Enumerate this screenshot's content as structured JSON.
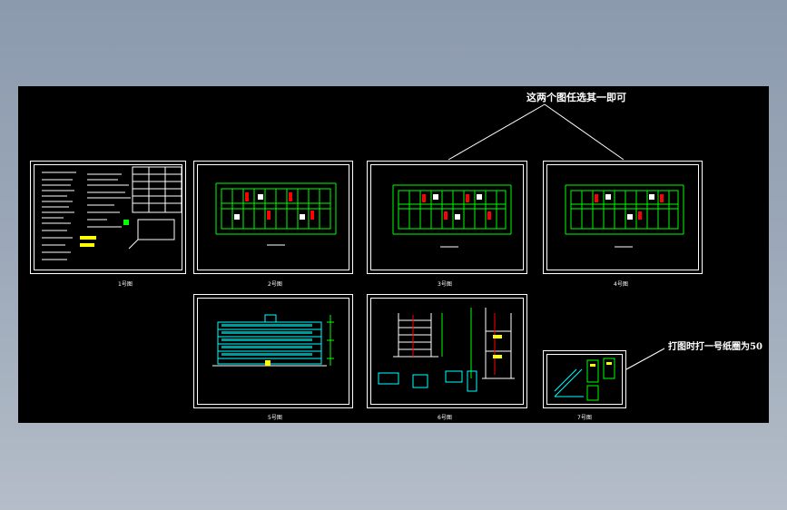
{
  "annotations": {
    "top_note": "这两个图任选其一即可",
    "side_note": "打图时打一号纸圈为50"
  },
  "sheets": [
    {
      "id": "s1",
      "label": "1号图"
    },
    {
      "id": "s2",
      "label": "2号图"
    },
    {
      "id": "s3",
      "label": "3号图"
    },
    {
      "id": "s4",
      "label": "4号图"
    },
    {
      "id": "s5",
      "label": "5号图"
    },
    {
      "id": "s6",
      "label": "6号图"
    },
    {
      "id": "s7",
      "label": "7号图"
    }
  ],
  "colors": {
    "background": "#000000",
    "frame": "#ffffff",
    "wall": "#00ff00",
    "highlight": "#ff0000",
    "accent": "#ffff00",
    "elevation": "#00ffff"
  }
}
